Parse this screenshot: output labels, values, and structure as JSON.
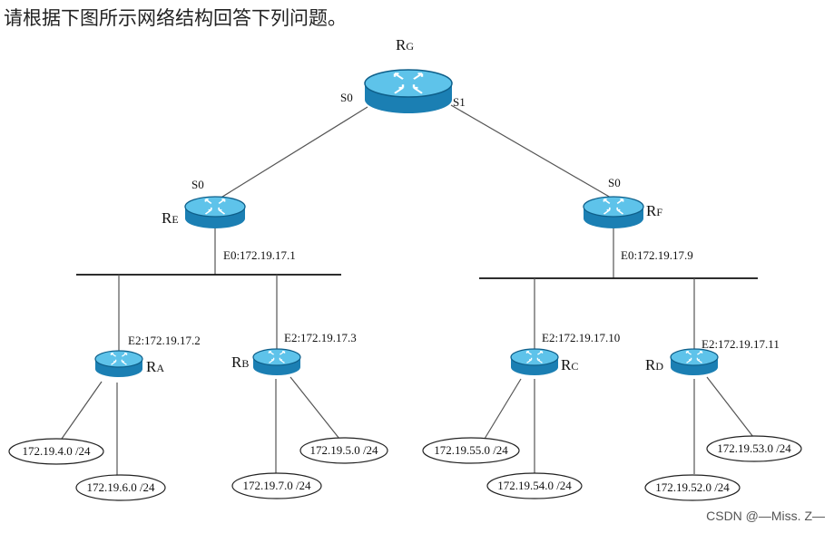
{
  "heading": "请根据下图所示网络结构回答下列问题。",
  "watermark": "CSDN @—Miss. Z—",
  "colors": {
    "router_top": "#5ec3ea",
    "router_side": "#1b7fb3",
    "router_rim": "#0e5f8a",
    "arrow": "#ffffff"
  },
  "routers": {
    "rg": {
      "name": "RG",
      "port_left": "S0",
      "port_right": "S1"
    },
    "re": {
      "name": "RE",
      "port": "S0",
      "eth": "E0:172.19.17.1"
    },
    "rf": {
      "name": "RF",
      "port": "S0",
      "eth": "E0:172.19.17.9"
    },
    "ra": {
      "name": "RA",
      "eth": "E2:172.19.17.2"
    },
    "rb": {
      "name": "RB",
      "eth": "E2:172.19.17.3"
    },
    "rc": {
      "name": "RC",
      "eth": "E2:172.19.17.10"
    },
    "rd": {
      "name": "RD",
      "eth": "E2:172.19.17.11"
    }
  },
  "networks": {
    "ra_1": "172.19.4.0 /24",
    "ra_2": "172.19.6.0 /24",
    "rb_1": "172.19.7.0 /24",
    "rb_2": "172.19.5.0 /24",
    "rc_1": "172.19.55.0 /24",
    "rc_2": "172.19.54.0 /24",
    "rd_1": "172.19.52.0 /24",
    "rd_2": "172.19.53.0 /24"
  }
}
